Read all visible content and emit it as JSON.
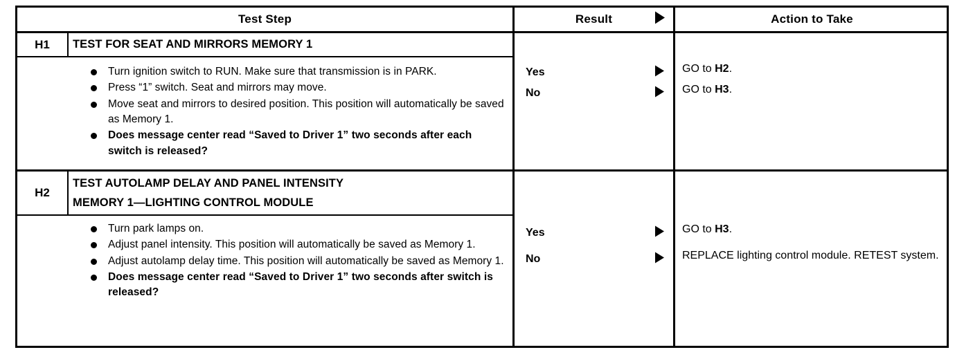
{
  "table": {
    "headers": {
      "test_step": "Test Step",
      "result": "Result",
      "result_marker_icon": "right-triangle-icon",
      "action": "Action to Take"
    },
    "steps": [
      {
        "id": "H1",
        "title_lines": [
          "TEST FOR SEAT AND MIRRORS MEMORY 1"
        ],
        "bullets": [
          {
            "text": "Turn ignition switch to RUN. Make sure that transmission is in PARK.",
            "bold": false
          },
          {
            "text": "Press “1” switch. Seat and mirrors may move.",
            "bold": false
          },
          {
            "text": "Move seat and mirrors to desired position. This position will automatically be saved as Memory 1.",
            "bold": false
          },
          {
            "text": "Does message center read “Saved to Driver 1” two seconds after each switch is released?",
            "bold": true
          }
        ],
        "results": [
          {
            "label": "Yes",
            "marker_icon": "right-triangle-icon",
            "action_lines": [
              {
                "prefix": "GO to ",
                "strong": "H2",
                "suffix": "."
              }
            ]
          },
          {
            "label": "No",
            "marker_icon": "right-triangle-icon",
            "action_lines": [
              {
                "prefix": "GO to ",
                "strong": "H3",
                "suffix": "."
              }
            ]
          }
        ]
      },
      {
        "id": "H2",
        "title_lines": [
          "TEST AUTOLAMP DELAY AND PANEL INTENSITY",
          "MEMORY 1—LIGHTING CONTROL MODULE"
        ],
        "bullets": [
          {
            "text": "Turn park lamps on.",
            "bold": false
          },
          {
            "text": "Adjust panel intensity. This position will automatically be saved as Memory 1.",
            "bold": false
          },
          {
            "text": "Adjust autolamp delay time. This position will automatically be saved as Memory 1.",
            "bold": false
          },
          {
            "text": "Does message center read “Saved to Driver 1” two seconds after switch is released?",
            "bold": true
          }
        ],
        "results": [
          {
            "label": "Yes",
            "marker_icon": "right-triangle-icon",
            "action_lines": [
              {
                "prefix": "GO to ",
                "strong": "H3",
                "suffix": "."
              }
            ]
          },
          {
            "label": "No",
            "marker_icon": "right-triangle-icon",
            "action_lines": [
              {
                "prefix": "REPLACE lighting control module.",
                "strong": "",
                "suffix": ""
              },
              {
                "prefix": "RETEST system.",
                "strong": "",
                "suffix": ""
              }
            ]
          }
        ]
      }
    ]
  },
  "colors": {
    "ink": "#000000",
    "paper": "#ffffff"
  }
}
